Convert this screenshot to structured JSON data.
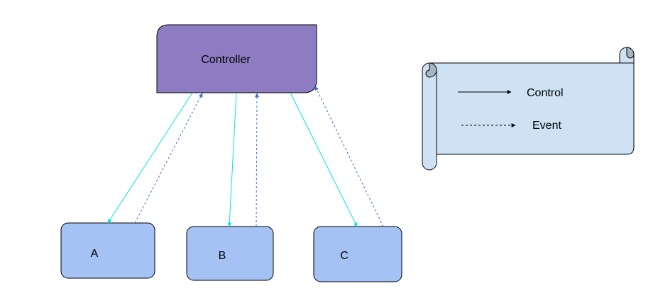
{
  "diagram": {
    "controller": {
      "label": "Controller",
      "fill": "#8e7cc3"
    },
    "nodes": [
      {
        "id": "a",
        "label": "A"
      },
      {
        "id": "b",
        "label": "B"
      },
      {
        "id": "c",
        "label": "C"
      }
    ],
    "node_fill": "#a4c2f4",
    "edges": [
      {
        "from": "Controller",
        "to": "A",
        "kind": "control"
      },
      {
        "from": "A",
        "to": "Controller",
        "kind": "event"
      },
      {
        "from": "Controller",
        "to": "B",
        "kind": "control"
      },
      {
        "from": "B",
        "to": "Controller",
        "kind": "event"
      },
      {
        "from": "Controller",
        "to": "C",
        "kind": "control"
      },
      {
        "from": "C",
        "to": "Controller",
        "kind": "event"
      }
    ],
    "colors": {
      "control_edge": "#00e5e5",
      "event_edge": "#3d6fc9",
      "stroke": "#000000"
    }
  },
  "legend": {
    "fill": "#cfe2f3",
    "control_label": "Control",
    "event_label": "Event"
  }
}
